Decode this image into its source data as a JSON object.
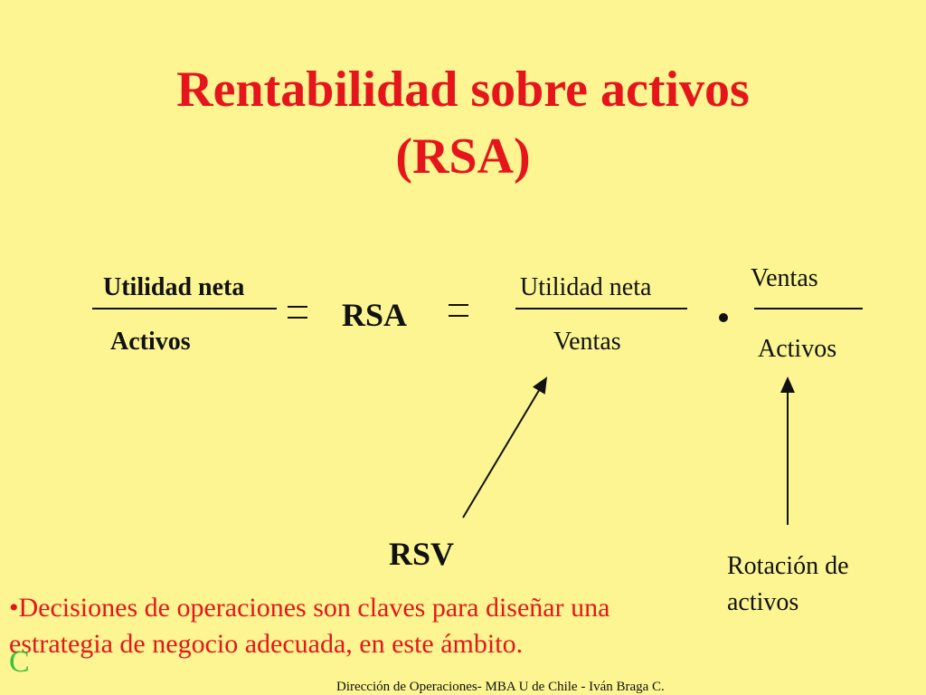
{
  "slide": {
    "title_line1": "Rentabilidad sobre activos",
    "title_line2": "(RSA)",
    "formula": {
      "left_num": "Utilidad neta",
      "left_den": "Activos",
      "center": "RSA",
      "mid_num": "Utilidad neta",
      "mid_den": "Ventas",
      "right_num": "Ventas",
      "right_den": "Activos"
    },
    "labels": {
      "rsv": "RSV",
      "rotation_line1": "Rotación de",
      "rotation_line2": "activos"
    },
    "note": "•Decisiones de operaciones son claves para diseñar una estrategia de negocio adecuada, en este ámbito.",
    "note_mark": "C",
    "footer": "Dirección de Operaciones- MBA U de Chile - Iván Braga C."
  },
  "colors": {
    "background": "#FCF591",
    "title": "#E5161B",
    "note": "#E5161B",
    "mark": "#36C23A",
    "text": "#111111"
  }
}
